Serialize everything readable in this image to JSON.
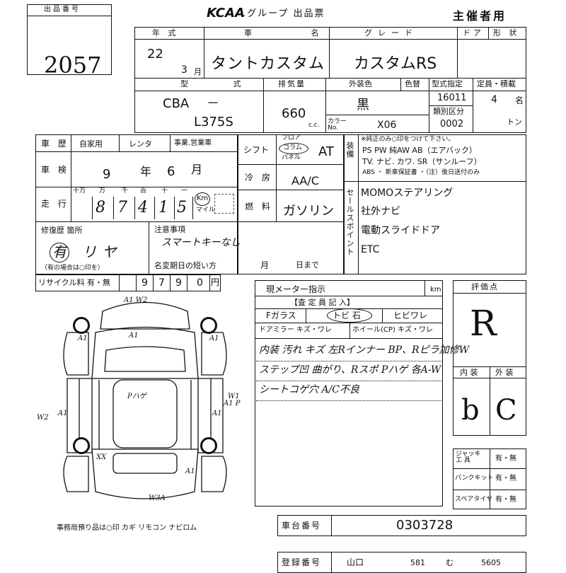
{
  "lot": {
    "label": "出品番号",
    "number": "2057"
  },
  "header": {
    "brand": "KCAA",
    "title_rest": ".グループ 出品票",
    "organizer": "主催者用"
  },
  "row1": {
    "h_year": "年 式",
    "h_name": "車 名",
    "h_grade": "グレード",
    "h_door": "ドア",
    "h_shape": "形 状",
    "year": "22",
    "month": "3",
    "month_unit": "月",
    "name": "タントカスタム",
    "grade": "カスタムRS"
  },
  "row2": {
    "h_model": "型 式",
    "h_disp": "排気量",
    "h_color": "外装色",
    "h_colorno": "色替",
    "h_typedesig": "型式指定",
    "h_seats": "定員・積載",
    "h_class": "類別区分",
    "model_prefix": "CBA",
    "model_dash": "－",
    "model": "L375S",
    "displacement": "660",
    "cc": "c.c.",
    "color": "黒",
    "color_no_label": "カラー No.",
    "color_no": "X06",
    "type_designation": "16011",
    "class_code": "0002",
    "seats": "4",
    "seats_unit": "名",
    "ton_unit": "トン"
  },
  "history": {
    "label": "車 歴",
    "options": [
      "自家用",
      "レンタ",
      "事業.営業車"
    ]
  },
  "inspection": {
    "label": "車 検",
    "year": "9",
    "year_unit": "年",
    "month": "6",
    "month_unit": "月"
  },
  "mileage": {
    "label": "走 行",
    "unit_labels": [
      "十万",
      "万",
      "千",
      "百",
      "十",
      "一"
    ],
    "digits": [
      "8",
      "7",
      "4",
      "1",
      "5"
    ],
    "unit_km": "Km",
    "unit_mile": "マイル"
  },
  "shift": {
    "label": "シフト",
    "opts_top": "フロア",
    "opts_mid": "コラム",
    "opts_bot": "パネル",
    "value": "AT"
  },
  "ac": {
    "label": "冷 房",
    "value": "AA/C"
  },
  "fuel": {
    "label": "燃 料",
    "value": "ガソリン"
  },
  "equipment": {
    "label": "装備",
    "note": "※純正のみ○印をつけて下さい。",
    "line1": "PS PW 純AW AB（エアバック）",
    "line2": "TV. ナビ. カワ. SR（サンルーフ）",
    "line3": "ABS ・ 新車保証書 ・（注）後日送付のみ"
  },
  "sales_points": {
    "label": "セールスポイント",
    "items": [
      "MOMOステアリング",
      "社外ナビ",
      "電動スライドドア",
      "ETC"
    ]
  },
  "repair": {
    "label": "修復歴 箇所",
    "value": "有 リヤ",
    "note": "（有の場合は○印を）"
  },
  "caution": {
    "label": "注意事項",
    "value": "スマートキーなし"
  },
  "name_change": {
    "label": "名変期日の短い方",
    "month_unit": "月",
    "day_unit": "日まで"
  },
  "recycle": {
    "label": "リサイクル料 有・無",
    "digits": [
      "9",
      "7",
      "9",
      "0"
    ],
    "unit": "円"
  },
  "meter": {
    "label": "現メーター指示",
    "unit": "km"
  },
  "inspector": {
    "label": "【査 定 員 記 入】",
    "glass_label": "Fガラス",
    "glass_opts": "トビ 石",
    "glass_opt2": "ヒビワレ",
    "mirror": "ドアミラー キズ・ワレ",
    "wheel": "ホイール(CP) キズ・ワレ",
    "notes": [
      "内装 汚れ キズ 左Rインナー BP、Rピラ加修W",
      "ステップ凹 曲がり、Rスポ Pハゲ 各A-W",
      "シートコゲ穴 A/C不良"
    ]
  },
  "rating": {
    "label": "評価点",
    "score": "R",
    "int_label": "内 装",
    "ext_label": "外 装",
    "interior": "b",
    "exterior": "C"
  },
  "equip_right": {
    "jack": "ジャッキ 工 具",
    "puncture": "パンクキット",
    "spare": "スペアタイヤ",
    "ari_nashi": "有・無"
  },
  "chassis": {
    "label": "車台番号",
    "value": "0303728"
  },
  "registration": {
    "label": "登録番号",
    "region": "山口",
    "num1": "581",
    "kana": "む",
    "num2": "5605"
  },
  "keys": {
    "text": "事務局預り品は○印 カギ リモコン ナビロム"
  },
  "diagram": {
    "marks": [
      "A1 W2",
      "A1",
      "Pハゲ",
      "A1",
      "A1",
      "A1",
      "W2",
      "A1",
      "W1",
      "A1 P",
      "XX",
      "A1",
      "W3A"
    ]
  }
}
